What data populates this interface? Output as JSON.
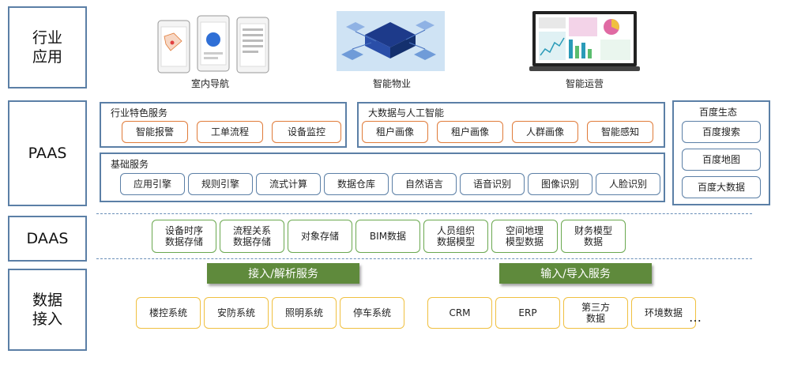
{
  "layers": {
    "industry": "行业\n应用",
    "paas": "PAAS",
    "daas": "DAAS",
    "ingest": "数据\n接入"
  },
  "apps": [
    {
      "caption": "室内导航",
      "icon": "phones-map-illustration"
    },
    {
      "caption": "智能物业",
      "icon": "isometric-city-illustration"
    },
    {
      "caption": "智能运营",
      "icon": "laptop-dashboard-illustration"
    }
  ],
  "paas": {
    "industry_services": {
      "title": "行业特色服务",
      "items": [
        "智能报警",
        "工单流程",
        "设备监控"
      ]
    },
    "bigdata_ai": {
      "title": "大数据与人工智能",
      "items": [
        "租户画像",
        "租户画像",
        "人群画像",
        "智能感知"
      ]
    },
    "base_services": {
      "title": "基础服务",
      "items": [
        "应用引擎",
        "规则引擎",
        "流式计算",
        "数据仓库",
        "自然语言",
        "语音识别",
        "图像识别",
        "人脸识别"
      ]
    },
    "baidu": {
      "title": "百度生态",
      "items": [
        "百度搜索",
        "百度地图",
        "百度大数据"
      ]
    }
  },
  "daas": {
    "items": [
      "设备时序\n数据存储",
      "流程关系\n数据存储",
      "对象存储",
      "BIM数据",
      "人员组织\n数据模型",
      "空间地理\n模型数据",
      "财务模型\n数据"
    ]
  },
  "ingest": {
    "left_service": "接入/解析服务",
    "right_service": "输入/导入服务",
    "left_items": [
      "楼控系统",
      "安防系统",
      "照明系统",
      "停车系统"
    ],
    "right_items": [
      "CRM",
      "ERP",
      "第三方\n数据",
      "环境数据"
    ],
    "more": "…"
  },
  "colors": {
    "frame": "#5b7fa6",
    "orange": "#e07b39",
    "green": "#6aa84f",
    "yellow": "#f0c040",
    "service_bar": "#5f8a3c"
  }
}
